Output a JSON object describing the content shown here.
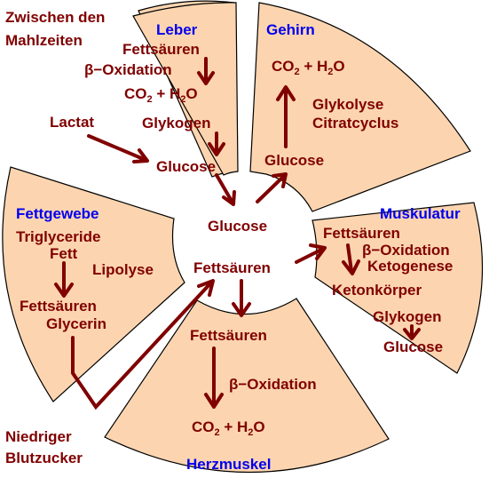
{
  "intro": {
    "line1": "Zwischen den",
    "line2": "Mahlzeiten"
  },
  "footer": {
    "line1": "Niedriger",
    "line2": "Blutzucker"
  },
  "leber": {
    "title": "Leber",
    "fettsaeuren": "Fettsäuren",
    "beta_oxidation": "β−Oxidation",
    "co2_h2o": "CO2 + H2O",
    "lactat": "Lactat",
    "glykogen": "Glykogen",
    "glucose": "Glucose"
  },
  "gehirn": {
    "title": "Gehirn",
    "co2_h2o": "CO2 + H2O",
    "glykolyse": "Glykolyse",
    "citratcyclus": "Citratcyclus",
    "glucose": "Glucose"
  },
  "fettgewebe": {
    "title": "Fettgewebe",
    "triglyceride": "Triglyceride",
    "fett": "Fett",
    "lipolyse": "Lipolyse",
    "fettsaeuren": "Fettsäuren",
    "glycerin": "Glycerin"
  },
  "muskulatur": {
    "title": "Muskulatur",
    "fettsaeuren": "Fettsäuren",
    "beta_oxidation": "β−Oxidation",
    "ketogenese": "Ketogenese",
    "ketonkoerper": "Ketonkörper",
    "glykogen": "Glykogen",
    "glucose": "Glucose"
  },
  "herzmuskel": {
    "title": "Herzmuskel",
    "fettsaeuren": "Fettsäuren",
    "beta_oxidation": "β−Oxidation",
    "co2_h2o": "CO2 + H2O"
  },
  "center": {
    "glucose": "Glucose",
    "fettsaeuren": "Fettsäuren"
  },
  "colors": {
    "sector_fill": "#fcd5b0",
    "text": "#800000",
    "organ_title": "#0000ee"
  }
}
